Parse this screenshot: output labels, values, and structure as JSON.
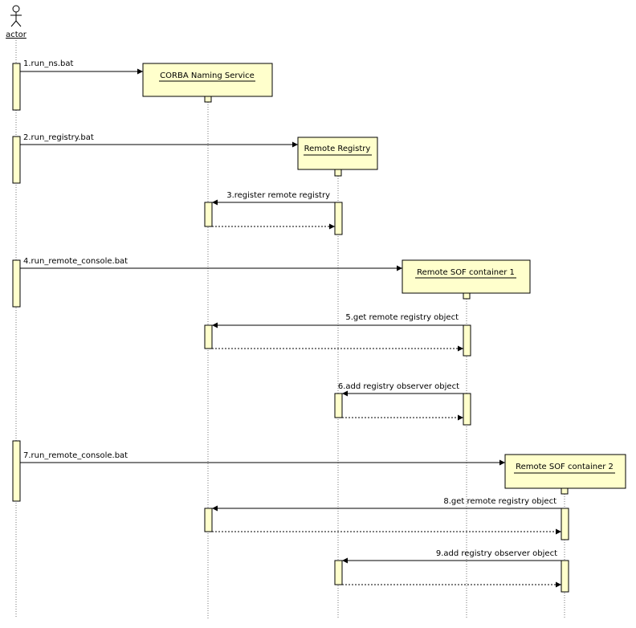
{
  "actor": {
    "label": "actor"
  },
  "objects": [
    {
      "id": "naming",
      "label": "CORBA Naming Service"
    },
    {
      "id": "registry",
      "label": "Remote Registry"
    },
    {
      "id": "sof1",
      "label": "Remote SOF container 1"
    },
    {
      "id": "sof2",
      "label": "Remote SOF container 2"
    }
  ],
  "messages": [
    {
      "label": "1.run_ns.bat"
    },
    {
      "label": "2.run_registry.bat"
    },
    {
      "label": "3.register remote registry"
    },
    {
      "label": "4.run_remote_console.bat"
    },
    {
      "label": "5.get remote registry object"
    },
    {
      "label": "6.add registry observer object"
    },
    {
      "label": "7.run_remote_console.bat"
    },
    {
      "label": "8.get remote registry object"
    },
    {
      "label": "9.add registry observer object"
    }
  ],
  "colors": {
    "box_fill": "#ffffcc",
    "line": "#000000",
    "lifeline": "#777777"
  }
}
